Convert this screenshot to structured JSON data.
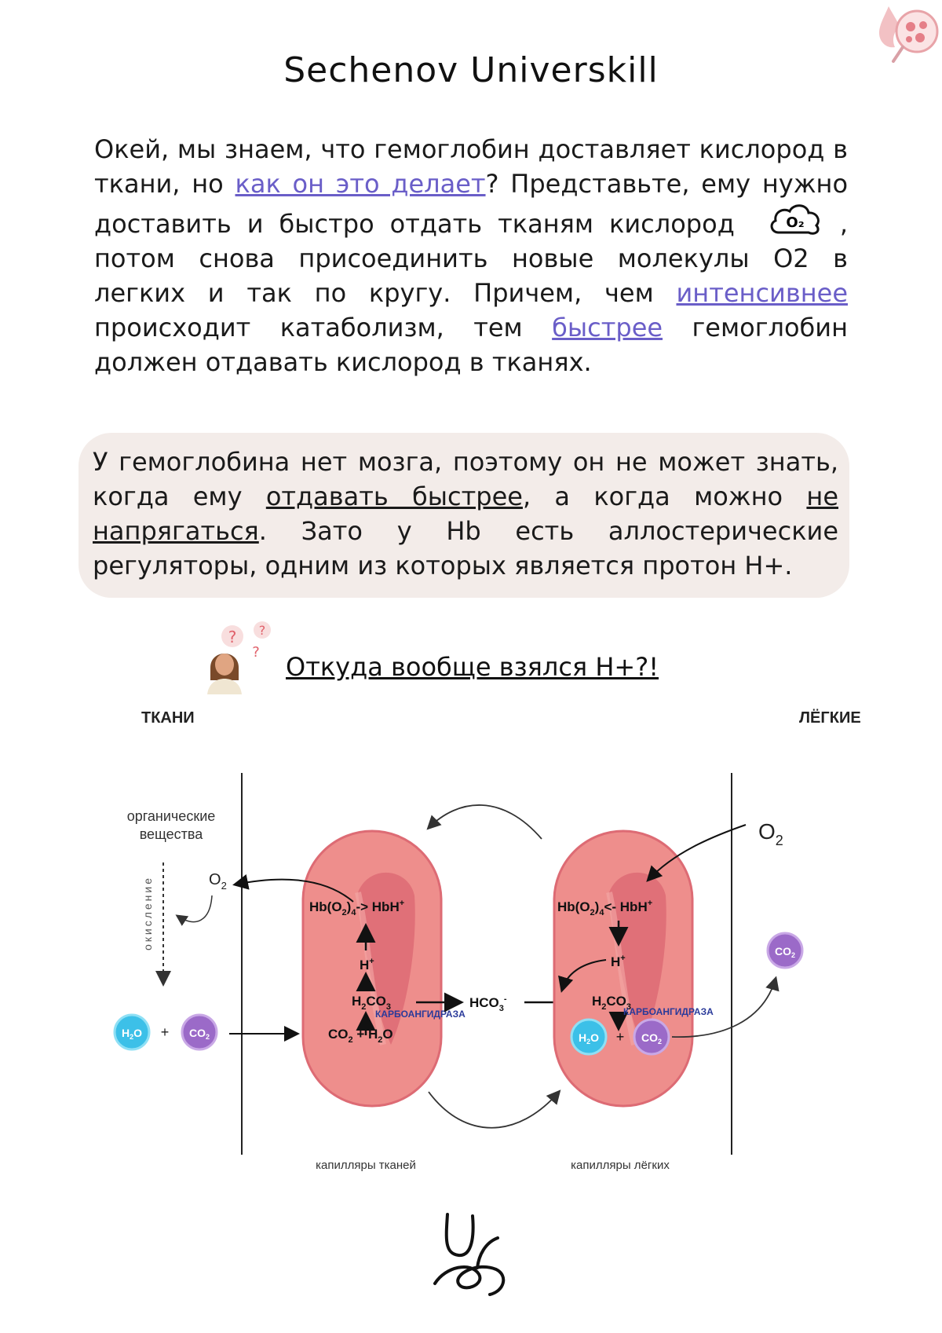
{
  "header": {
    "title": "Sechenov Universkill"
  },
  "intro": {
    "t1": "Окей, мы знаем, что гемоглобин доставляет кислород в ткани, но ",
    "link_how": "как он это делает",
    "t2": "? Представьте, ему нужно доставить и быстро отдать тканям кислород",
    "o2_icon_label": "O₂",
    "t3": ", потом снова присоединить новые молекулы О2 в легких и так по кругу. Причем, чем ",
    "link_intense": "интенсивнее",
    "t4": " происходит катаболизм, тем ",
    "link_faster": "быстрее",
    "t5": " гемоглобин должен отдавать кислород в тканях."
  },
  "callout": {
    "t1": "У гемоглобина нет мозга, поэтому он не может знать, когда ему ",
    "u1": "отдавать быстрее",
    "t2": ", а когда можно ",
    "u2": "не напрягаться",
    "t3": ". Зато у Hb есть аллостерические регуляторы, одним из которых является протон H+."
  },
  "question": {
    "text": "Откуда вообще взялся H+?!"
  },
  "diagram": {
    "label_tissues": "ТКАНИ",
    "label_lungs": "ЛЁГКИЕ",
    "organic_1": "органические",
    "organic_2": "вещества",
    "oxidation": "окисление",
    "o2": "O",
    "o2_sub": "2",
    "left_cell": {
      "hb_line": "Hb(O",
      "hb_mid": ")",
      "hb_sub4": "4",
      "hb_arrow": "-> HbH",
      "plus": "+",
      "h": "H",
      "h2co3": "H",
      "h2co3_rest": "CO",
      "co2_h2o": "CO",
      "enzyme": "КАРБОАНГИДРАЗА"
    },
    "right_cell": {
      "hb_arrow": "<- HbH",
      "enzyme": "КАРБОАНГИДРАЗА"
    },
    "hco3": "HCO",
    "hco3_sub": "3",
    "hco3_sup": "-",
    "h2o_ball": "H",
    "h2o_ball_rest": "O",
    "co2_ball": "CO",
    "plus_sign": "+",
    "two": "2",
    "three": "3",
    "water_tail": " + H",
    "water_end": "O",
    "cap_tissues": "капилляры тканей",
    "cap_lungs": "капилляры лёгких",
    "colors": {
      "cell": "#ee8e8c",
      "cell_dark": "#dd6b74",
      "cell_light": "#f4a9a7",
      "h2o": "#3cc0e8",
      "co2": "#9b6ac8",
      "enzyme": "#2a3a9a"
    }
  }
}
